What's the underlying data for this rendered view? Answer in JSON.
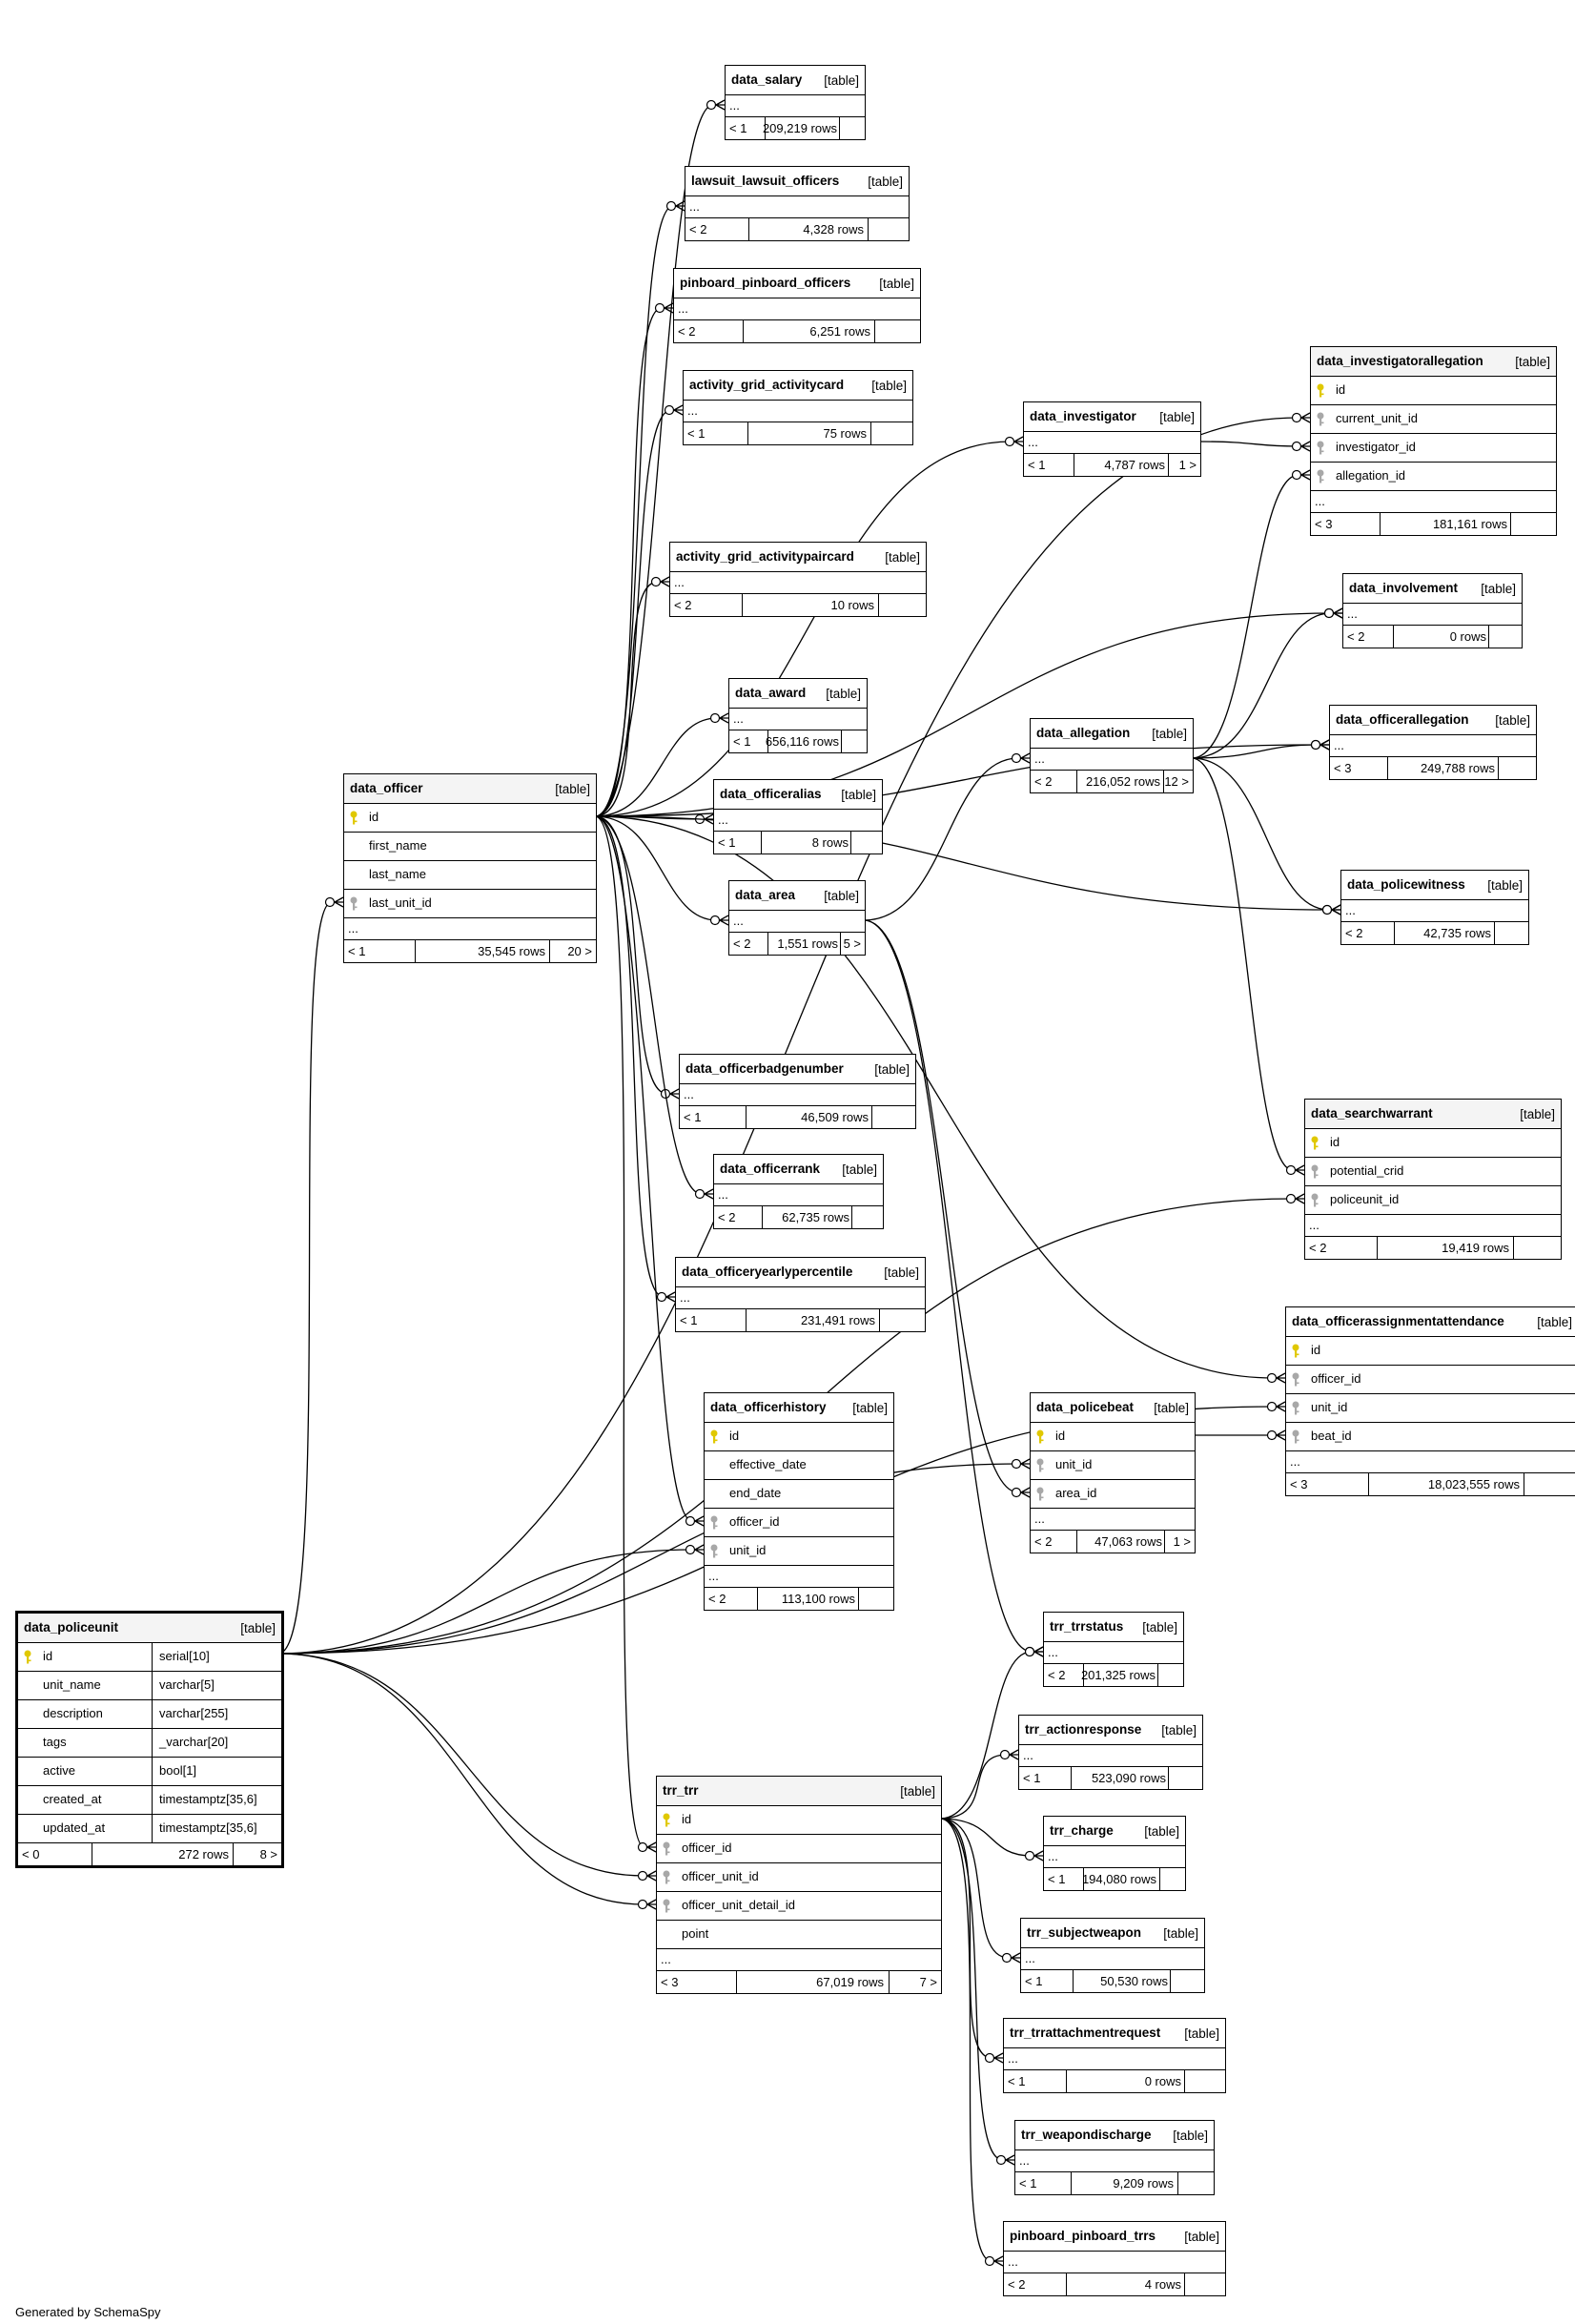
{
  "generated_by": "Generated by SchemaSpy",
  "table_type_label": "[table]",
  "tables": {
    "data_salary": {
      "name": "data_salary",
      "cols": [
        "..."
      ],
      "parents": "< 1",
      "rows": "209,219 rows",
      "children": ""
    },
    "lawsuit_lawsuit_officers": {
      "name": "lawsuit_lawsuit_officers",
      "cols": [
        "..."
      ],
      "parents": "< 2",
      "rows": "4,328 rows",
      "children": ""
    },
    "pinboard_pinboard_officers": {
      "name": "pinboard_pinboard_officers",
      "cols": [
        "..."
      ],
      "parents": "< 2",
      "rows": "6,251 rows",
      "children": ""
    },
    "activity_grid_activitycard": {
      "name": "activity_grid_activitycard",
      "cols": [
        "..."
      ],
      "parents": "< 1",
      "rows": "75 rows",
      "children": ""
    },
    "data_investigator": {
      "name": "data_investigator",
      "cols": [
        "..."
      ],
      "parents": "< 1",
      "rows": "4,787 rows",
      "children": "1 >"
    },
    "data_investigatorallegation": {
      "name": "data_investigatorallegation",
      "cols": [
        "id",
        "current_unit_id",
        "investigator_id",
        "allegation_id",
        "..."
      ],
      "parents": "< 3",
      "rows": "181,161 rows",
      "children": ""
    },
    "activity_grid_activitypaircard": {
      "name": "activity_grid_activitypaircard",
      "cols": [
        "..."
      ],
      "parents": "< 2",
      "rows": "10 rows",
      "children": ""
    },
    "data_involvement": {
      "name": "data_involvement",
      "cols": [
        "..."
      ],
      "parents": "< 2",
      "rows": "0 rows",
      "children": ""
    },
    "data_award": {
      "name": "data_award",
      "cols": [
        "..."
      ],
      "parents": "< 1",
      "rows": "656,116 rows",
      "children": ""
    },
    "data_allegation": {
      "name": "data_allegation",
      "cols": [
        "..."
      ],
      "parents": "< 2",
      "rows": "216,052 rows",
      "children": "12 >"
    },
    "data_officerallegation": {
      "name": "data_officerallegation",
      "cols": [
        "..."
      ],
      "parents": "< 3",
      "rows": "249,788 rows",
      "children": ""
    },
    "data_officer": {
      "name": "data_officer",
      "cols": [
        "id",
        "first_name",
        "last_name",
        "last_unit_id",
        "..."
      ],
      "parents": "< 1",
      "rows": "35,545 rows",
      "children": "20 >"
    },
    "data_officeralias": {
      "name": "data_officeralias",
      "cols": [
        "..."
      ],
      "parents": "< 1",
      "rows": "8 rows",
      "children": ""
    },
    "data_area": {
      "name": "data_area",
      "cols": [
        "..."
      ],
      "parents": "< 2",
      "rows": "1,551 rows",
      "children": "5 >"
    },
    "data_policewitness": {
      "name": "data_policewitness",
      "cols": [
        "..."
      ],
      "parents": "< 2",
      "rows": "42,735 rows",
      "children": ""
    },
    "data_officerbadgenumber": {
      "name": "data_officerbadgenumber",
      "cols": [
        "..."
      ],
      "parents": "< 1",
      "rows": "46,509 rows",
      "children": ""
    },
    "data_searchwarrant": {
      "name": "data_searchwarrant",
      "cols": [
        "id",
        "potential_crid",
        "policeunit_id",
        "..."
      ],
      "parents": "< 2",
      "rows": "19,419 rows",
      "children": ""
    },
    "data_officerrank": {
      "name": "data_officerrank",
      "cols": [
        "..."
      ],
      "parents": "< 2",
      "rows": "62,735 rows",
      "children": ""
    },
    "data_officeryearlypercentile": {
      "name": "data_officeryearlypercentile",
      "cols": [
        "..."
      ],
      "parents": "< 1",
      "rows": "231,491 rows",
      "children": ""
    },
    "data_officerassignmentattendance": {
      "name": "data_officerassignmentattendance",
      "cols": [
        "id",
        "officer_id",
        "unit_id",
        "beat_id",
        "..."
      ],
      "parents": "< 3",
      "rows": "18,023,555 rows",
      "children": ""
    },
    "data_officerhistory": {
      "name": "data_officerhistory",
      "cols": [
        "id",
        "effective_date",
        "end_date",
        "officer_id",
        "unit_id",
        "..."
      ],
      "parents": "< 2",
      "rows": "113,100 rows",
      "children": ""
    },
    "data_policebeat": {
      "name": "data_policebeat",
      "cols": [
        "id",
        "unit_id",
        "area_id",
        "..."
      ],
      "parents": "< 2",
      "rows": "47,063 rows",
      "children": "1 >"
    },
    "data_policeunit": {
      "name": "data_policeunit",
      "cols": [
        "id",
        "unit_name",
        "description",
        "tags",
        "active",
        "created_at",
        "updated_at"
      ],
      "types": [
        "serial[10]",
        "varchar[5]",
        "varchar[255]",
        "_varchar[20]",
        "bool[1]",
        "timestamptz[35,6]",
        "timestamptz[35,6]"
      ],
      "parents": "< 0",
      "rows": "272 rows",
      "children": "8 >"
    },
    "trr_trrstatus": {
      "name": "trr_trrstatus",
      "cols": [
        "..."
      ],
      "parents": "< 2",
      "rows": "201,325 rows",
      "children": ""
    },
    "trr_actionresponse": {
      "name": "trr_actionresponse",
      "cols": [
        "..."
      ],
      "parents": "< 1",
      "rows": "523,090 rows",
      "children": ""
    },
    "trr_trr": {
      "name": "trr_trr",
      "cols": [
        "id",
        "officer_id",
        "officer_unit_id",
        "officer_unit_detail_id",
        "point",
        "..."
      ],
      "parents": "< 3",
      "rows": "67,019 rows",
      "children": "7 >"
    },
    "trr_charge": {
      "name": "trr_charge",
      "cols": [
        "..."
      ],
      "parents": "< 1",
      "rows": "194,080 rows",
      "children": ""
    },
    "trr_subjectweapon": {
      "name": "trr_subjectweapon",
      "cols": [
        "..."
      ],
      "parents": "< 1",
      "rows": "50,530 rows",
      "children": ""
    },
    "trr_trrattachmentrequest": {
      "name": "trr_trrattachmentrequest",
      "cols": [
        "..."
      ],
      "parents": "< 1",
      "rows": "0 rows",
      "children": ""
    },
    "trr_weapondischarge": {
      "name": "trr_weapondischarge",
      "cols": [
        "..."
      ],
      "parents": "< 1",
      "rows": "9,209 rows",
      "children": ""
    },
    "pinboard_pinboard_trrs": {
      "name": "pinboard_pinboard_trrs",
      "cols": [
        "..."
      ],
      "parents": "< 2",
      "rows": "4 rows",
      "children": ""
    }
  },
  "colors": {
    "primary_key": "#e0c800",
    "foreign_key": "#a8a8a8",
    "line": "#000000",
    "header_bg": "#f4f4f4"
  }
}
